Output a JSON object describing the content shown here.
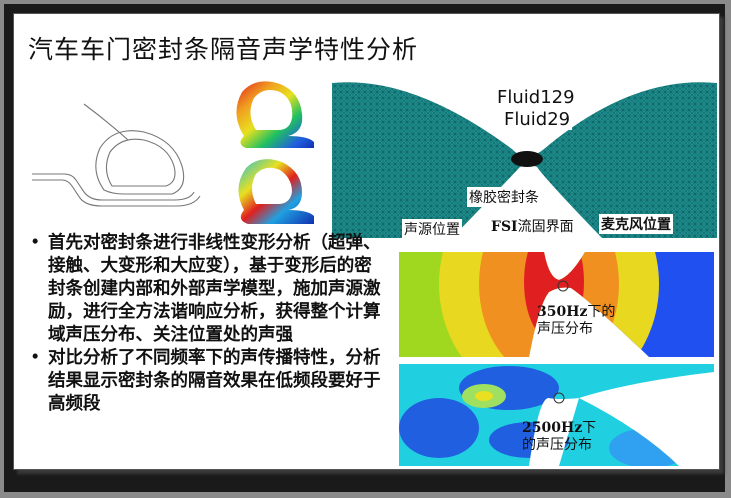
{
  "slide": {
    "title": "汽车车门密封条隔音声学特性分析",
    "bullets": [
      "首先对密封条进行非线性变形分析（超弹、接触、大变形和大应变），基于变形后的密封条创建内部和外部声学模型，施加声源激励，进行全方法谐响应分析，获得整个计算域声压分布、关注位置处的声强",
      "对比分析了不同频率下的声传播特性，分析结果显示密封条的隔音效果在低频段要好于高频段"
    ],
    "bullet_glyph": "•"
  },
  "mesh_figure": {
    "labels": {
      "fluid129": "Fluid129",
      "fluid29": "Fluid29",
      "rubber_seal": "橡胶密封条",
      "source_position": "声源位置",
      "fsi_bold": "FSI",
      "fsi_rest": "流固界面",
      "mic_position": "麦克风位置"
    },
    "colors": {
      "mesh": "#1e8c8c",
      "mesh_line": "#0b5555"
    }
  },
  "contour_350": {
    "label_bold": "350Hz",
    "label_rest": "下的",
    "label_line2": "声压分布"
  },
  "contour_2500": {
    "label_bold": "2500Hz",
    "label_rest": "下",
    "label_line2": "的声压分布"
  },
  "colors": {
    "accent_red": "#e02020",
    "accent_orange": "#f08020",
    "accent_yellow": "#e8e020",
    "accent_blue": "#2040e0",
    "accent_cyan": "#20c0e0"
  }
}
